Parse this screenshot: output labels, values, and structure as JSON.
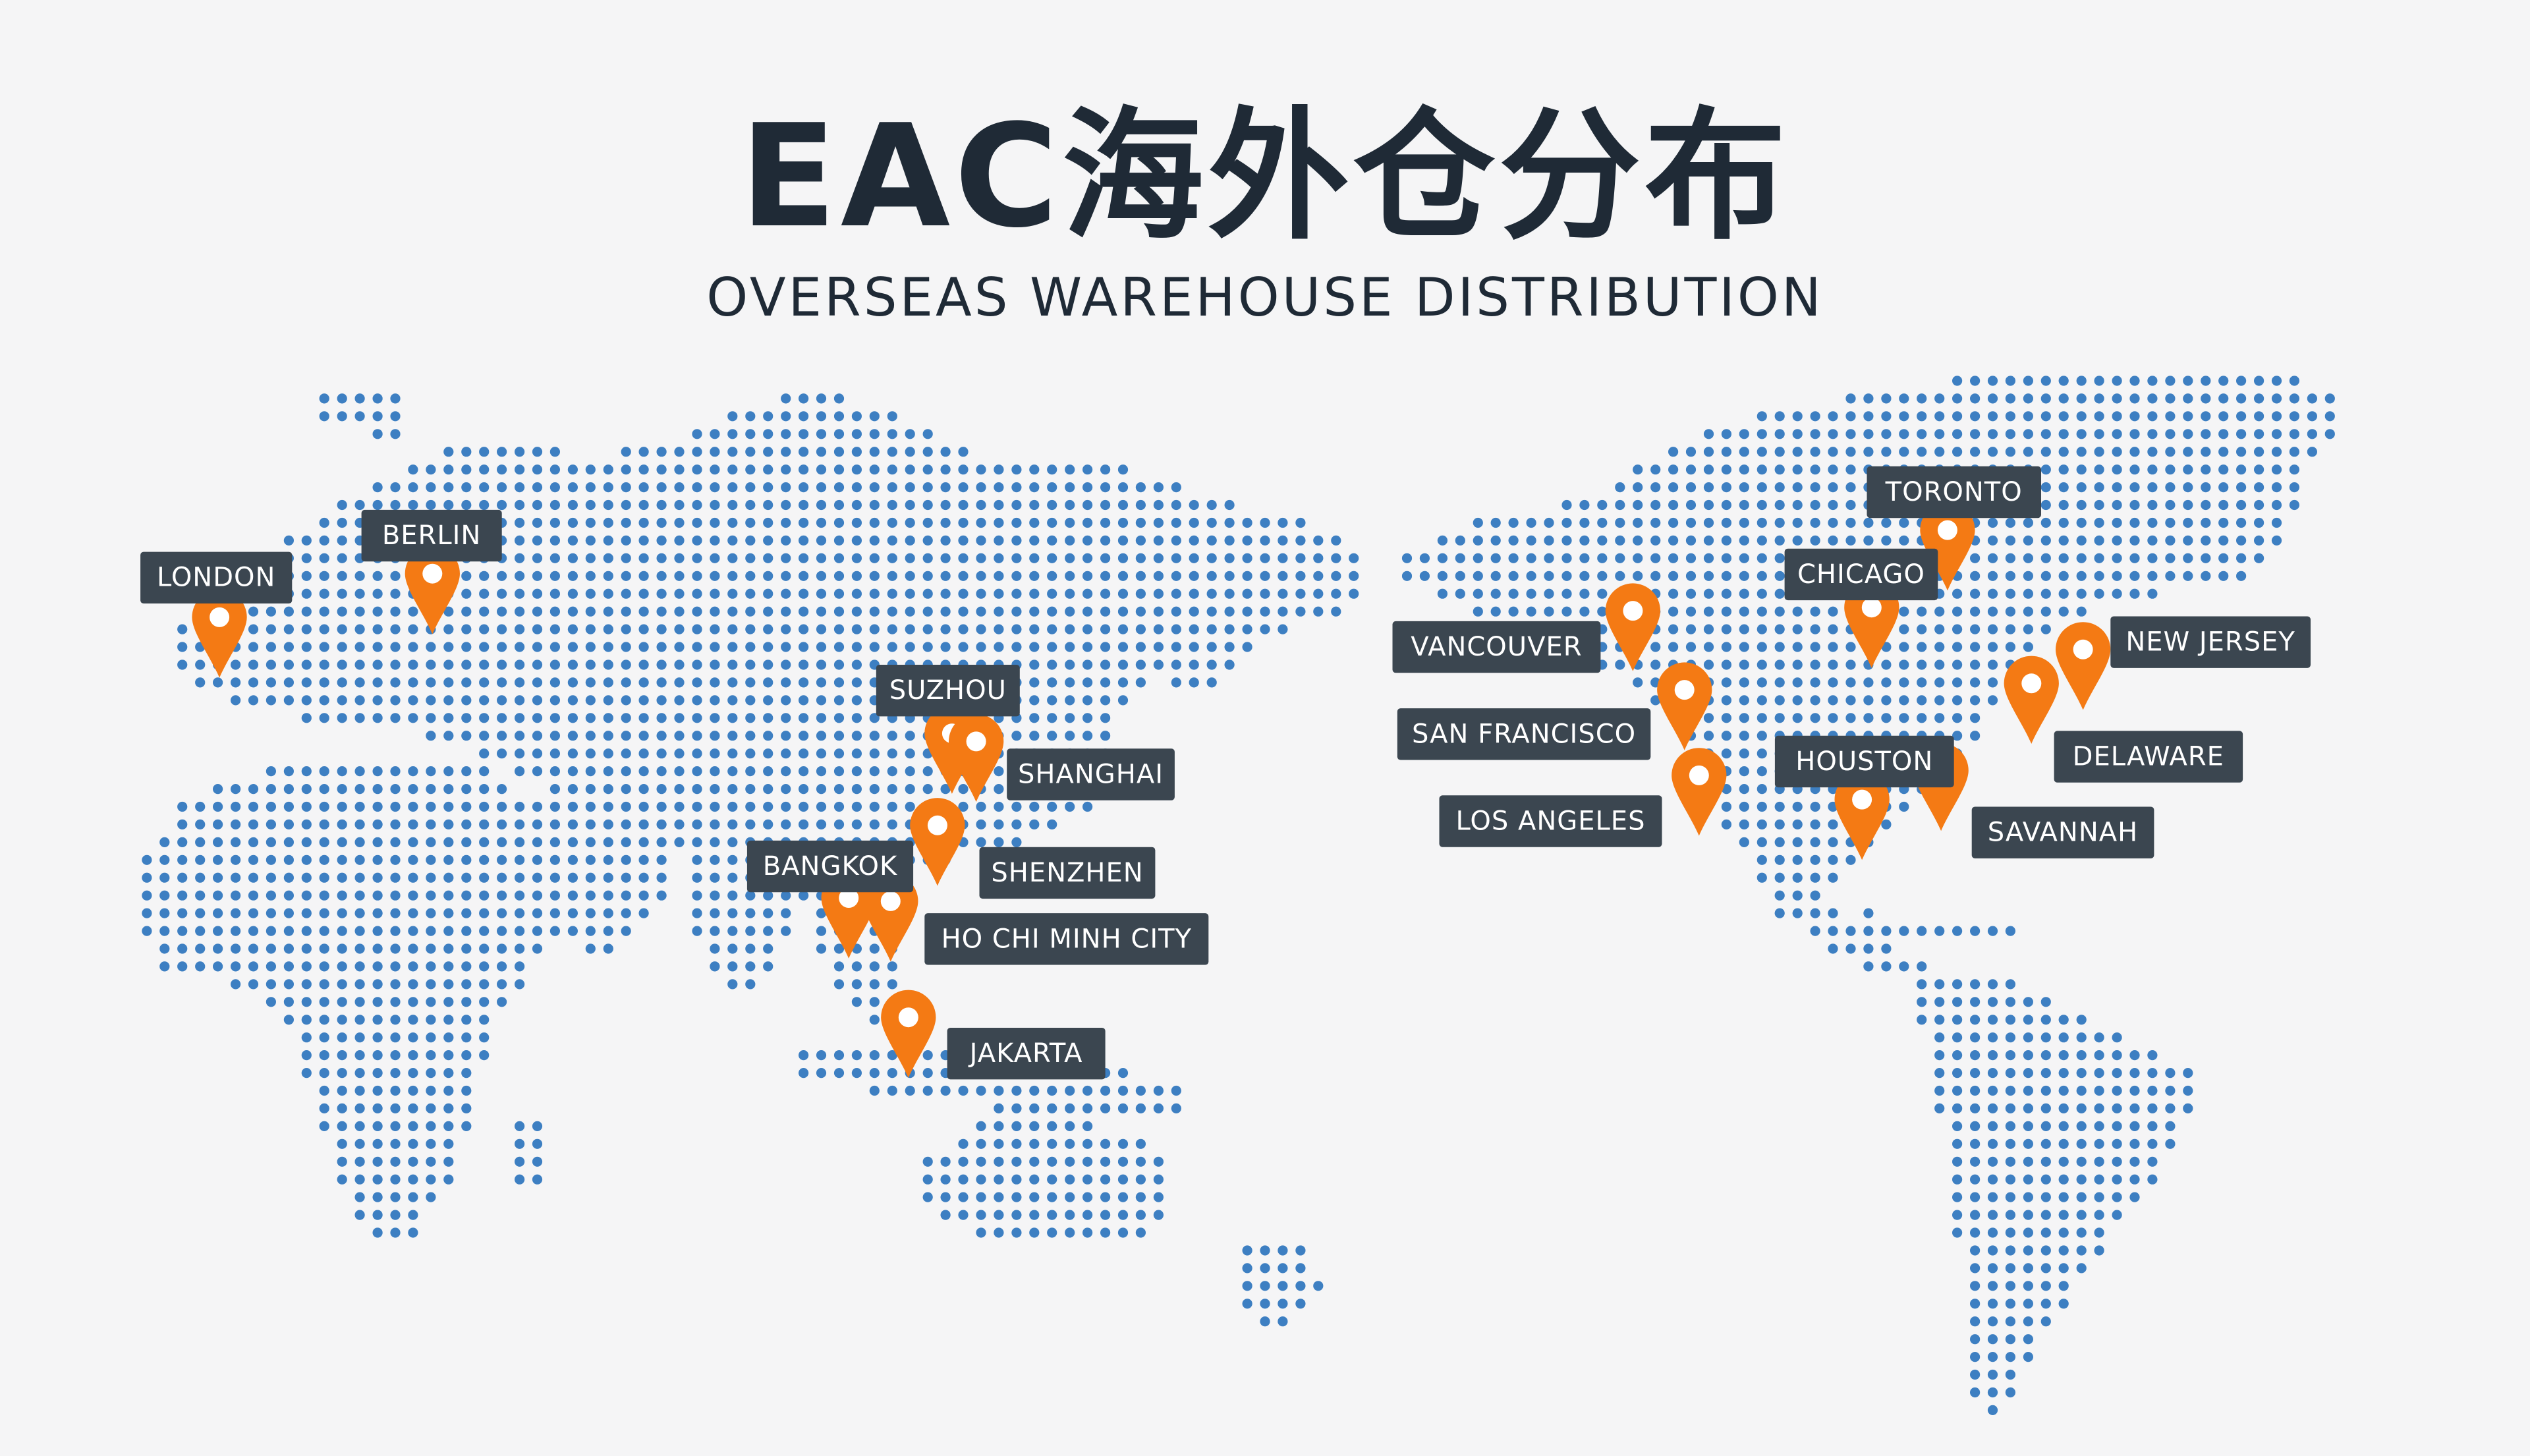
{
  "header": {
    "title": "EAC海外仓分布",
    "subtitle": "OVERSEAS WAREHOUSE DISTRIBUTION"
  },
  "colors": {
    "background": "#f5f5f6",
    "dot": "#3d7fc2",
    "pin": "#f47a14",
    "label_bg": "#3b4650",
    "text_dark": "#1f2a36"
  },
  "locations": [
    {
      "name": "LONDON"
    },
    {
      "name": "BERLIN"
    },
    {
      "name": "SUZHOU"
    },
    {
      "name": "SHANGHAI"
    },
    {
      "name": "SHENZHEN"
    },
    {
      "name": "BANGKOK"
    },
    {
      "name": "HO CHI MINH CITY"
    },
    {
      "name": "JAKARTA"
    },
    {
      "name": "VANCOUVER"
    },
    {
      "name": "SAN FRANCISCO"
    },
    {
      "name": "LOS ANGELES"
    },
    {
      "name": "TORONTO"
    },
    {
      "name": "CHICAGO"
    },
    {
      "name": "NEW JERSEY"
    },
    {
      "name": "DELAWARE"
    },
    {
      "name": "HOUSTON"
    },
    {
      "name": "SAVANNAH"
    }
  ]
}
